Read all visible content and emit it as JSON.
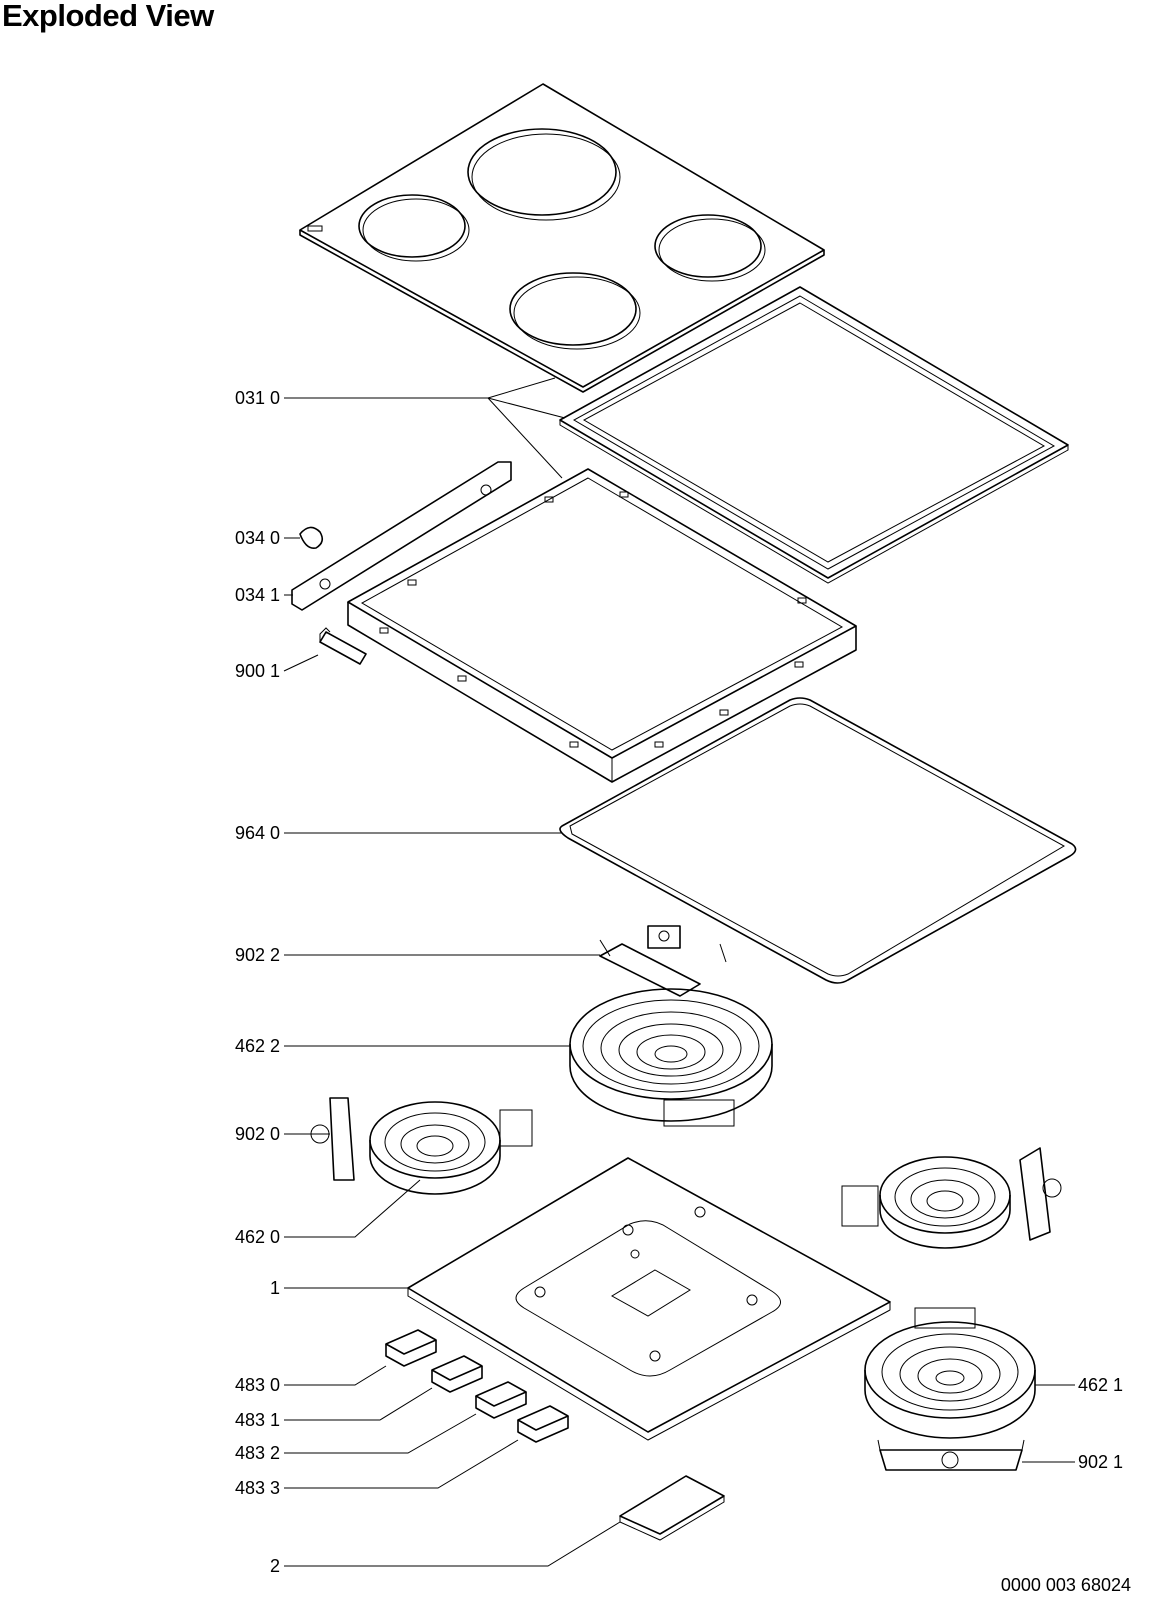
{
  "title": "Exploded View",
  "document_number": "0000 003 68024",
  "labels": {
    "p0310": "031 0",
    "p0340": "034 0",
    "p0341": "034 1",
    "p9001": "900 1",
    "p9640": "964 0",
    "p9022": "902 2",
    "p4622": "462 2",
    "p9020": "902 0",
    "p4620": "462 0",
    "p1": "1",
    "p4830": "483 0",
    "p4831": "483 1",
    "p4832": "483 2",
    "p4833": "483 3",
    "p2": "2",
    "p4621": "462 1",
    "p9021": "902 1"
  }
}
